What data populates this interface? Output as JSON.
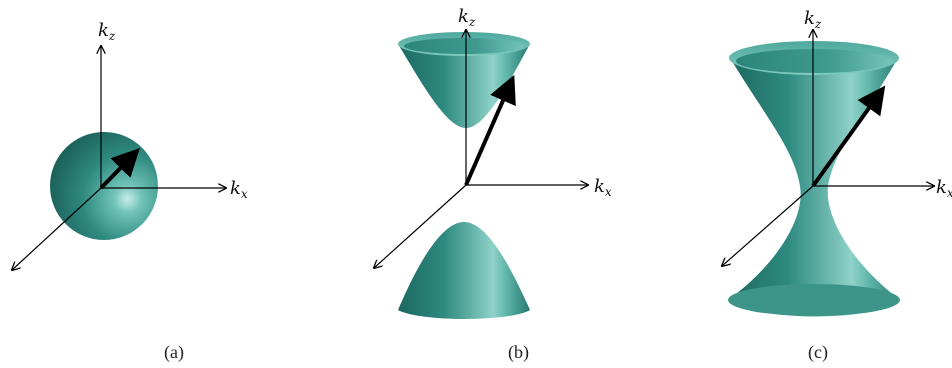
{
  "panels": [
    {
      "id": "a",
      "caption": "(a)",
      "kz_label": {
        "main": "k",
        "sub": "z"
      },
      "kx_label": {
        "main": "k",
        "sub": "x"
      }
    },
    {
      "id": "b",
      "caption": "(b)",
      "kz_label": {
        "main": "k",
        "sub": "z"
      },
      "kx_label": {
        "main": "k",
        "sub": "x"
      }
    },
    {
      "id": "c",
      "caption": "(c)",
      "kz_label": {
        "main": "k",
        "sub": "z"
      },
      "kx_label": {
        "main": "k",
        "sub": "x"
      }
    }
  ],
  "colors": {
    "surface_dark": "#1f6e66",
    "surface_mid": "#3a978d",
    "surface_light": "#a8dcd4",
    "axis": "#000000",
    "vector": "#000000"
  }
}
